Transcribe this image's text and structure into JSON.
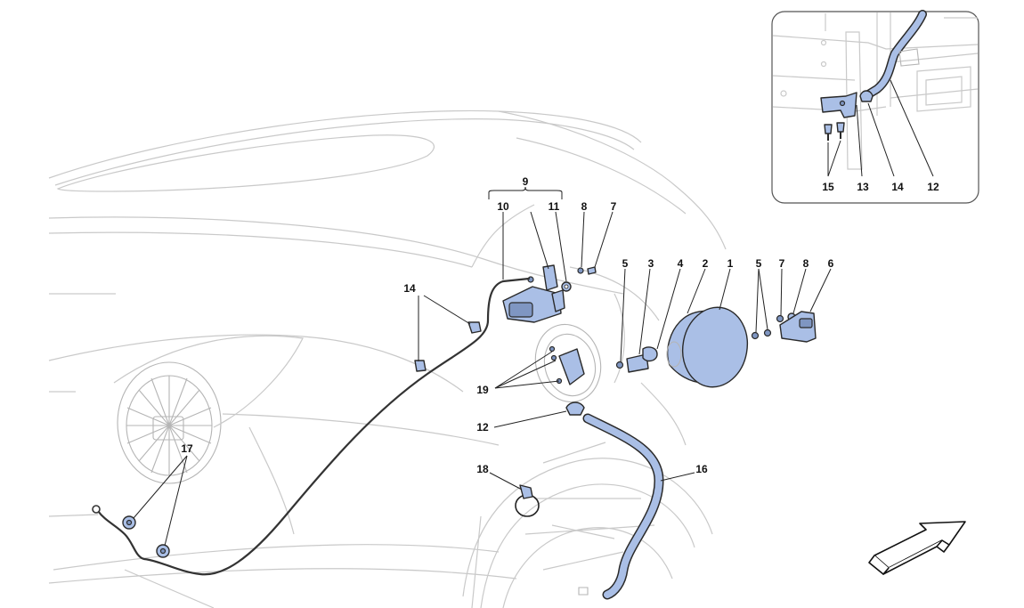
{
  "diagram": {
    "callouts": [
      {
        "id": "c1",
        "label": "1"
      },
      {
        "id": "c2",
        "label": "2"
      },
      {
        "id": "c3",
        "label": "3"
      },
      {
        "id": "c4",
        "label": "4"
      },
      {
        "id": "c5a",
        "label": "5"
      },
      {
        "id": "c5b",
        "label": "5"
      },
      {
        "id": "c6",
        "label": "6"
      },
      {
        "id": "c7a",
        "label": "7"
      },
      {
        "id": "c7b",
        "label": "7"
      },
      {
        "id": "c8a",
        "label": "8"
      },
      {
        "id": "c8b",
        "label": "8"
      },
      {
        "id": "c9",
        "label": "9"
      },
      {
        "id": "c10",
        "label": "10"
      },
      {
        "id": "c11",
        "label": "11"
      },
      {
        "id": "c12",
        "label": "12"
      },
      {
        "id": "c14",
        "label": "14"
      },
      {
        "id": "c16",
        "label": "16"
      },
      {
        "id": "c17",
        "label": "17"
      },
      {
        "id": "c18",
        "label": "18"
      },
      {
        "id": "c19",
        "label": "19"
      }
    ],
    "inset_callouts": [
      {
        "id": "i15",
        "label": "15"
      },
      {
        "id": "i13",
        "label": "13"
      },
      {
        "id": "i14",
        "label": "14"
      },
      {
        "id": "i12",
        "label": "12"
      }
    ],
    "colors": {
      "part_fill": "#aabfe6",
      "part_dark": "#7f96c2",
      "ghost_line": "#c9c9c9",
      "outline": "#2a2a2a"
    }
  }
}
